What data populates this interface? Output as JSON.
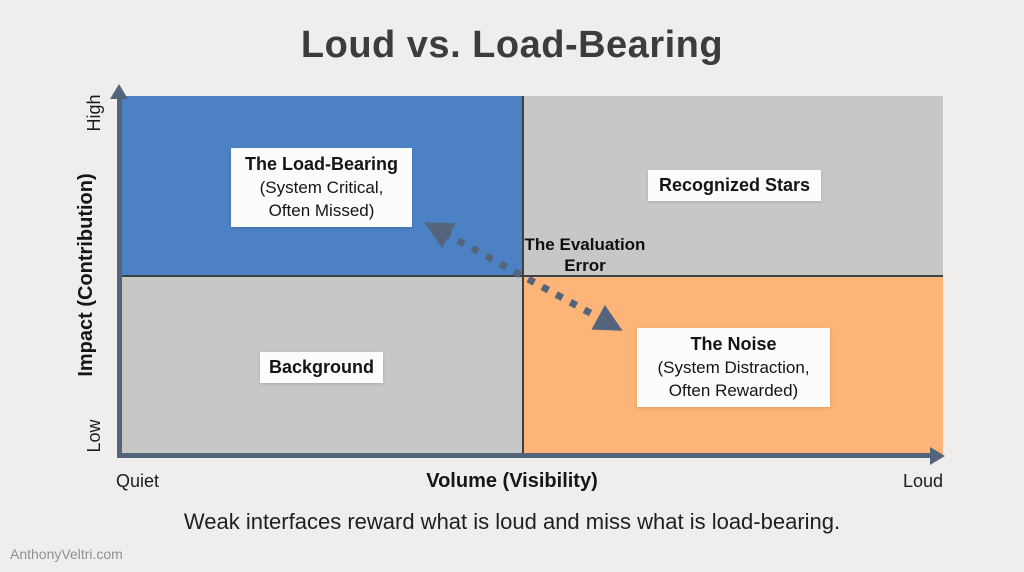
{
  "title": "Loud vs. Load-Bearing",
  "quadrants": {
    "top_left": {
      "title": "The Load-Bearing",
      "sub1": "(System Critical,",
      "sub2": "Often Missed)"
    },
    "top_right": {
      "title": "Recognized Stars"
    },
    "bottom_left": {
      "title": "Background"
    },
    "bottom_right": {
      "title": "The Noise",
      "sub1": "(System Distraction,",
      "sub2": "Often Rewarded)"
    }
  },
  "annotation": {
    "line1": "The Evaluation",
    "line2": "Error"
  },
  "axes": {
    "y": {
      "label": "Impact (Contribution)",
      "high": "High",
      "low": "Low"
    },
    "x": {
      "label": "Volume (Visibility)",
      "left": "Quiet",
      "right": "Loud"
    }
  },
  "caption": "Weak interfaces reward what is loud and miss what is load-bearing.",
  "watermark": "AnthonyVeltri.com",
  "colors": {
    "background": "#efeeec",
    "quadrant-blue": "#4c82c4",
    "quadrant-gray": "#c7c7c6",
    "quadrant-orange": "#fcb478",
    "axis-slate": "#54657b",
    "divider": "#3c4147",
    "title-text": "#3c3c3c",
    "box-bg": "#fcfcfb",
    "box-text": "#141414",
    "caption-text": "#1f1f1f",
    "watermark-text": "#909090"
  }
}
